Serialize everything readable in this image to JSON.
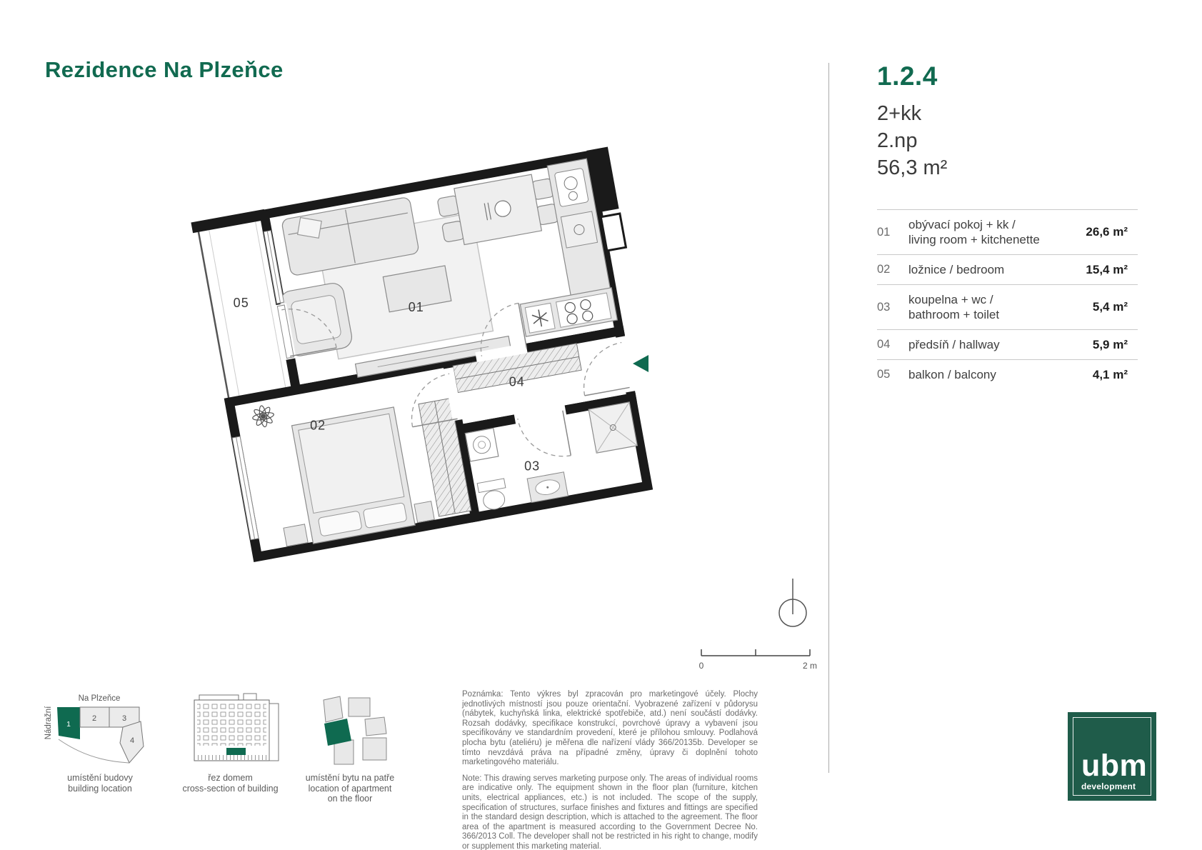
{
  "header": {
    "title": "Rezidence Na Plzeňce"
  },
  "unit": {
    "id": "1.2.4",
    "disposition": "2+kk",
    "floor": "2.np",
    "total_area": "56,3 m²",
    "rooms": [
      {
        "num": "01",
        "line1": "obývací pokoj + kk /",
        "line2": "living room + kitchenette",
        "area": "26,6 m²"
      },
      {
        "num": "02",
        "line1": "ložnice / bedroom",
        "line2": "",
        "area": "15,4 m²"
      },
      {
        "num": "03",
        "line1": "koupelna + wc /",
        "line2": "bathroom + toilet",
        "area": "5,4 m²"
      },
      {
        "num": "04",
        "line1": "předsíň / hallway",
        "line2": "",
        "area": "5,9 m²"
      },
      {
        "num": "05",
        "line1": "balkon / balcony",
        "line2": "",
        "area": "4,1 m²"
      }
    ]
  },
  "plan": {
    "labels": {
      "living": "01",
      "bedroom": "02",
      "bathroom": "03",
      "hallway": "04",
      "balcony": "05"
    },
    "scale": {
      "start": "0",
      "end": "2 m"
    }
  },
  "legend": {
    "map": {
      "street_top": "Na Plzeňce",
      "street_left": "Nádražní",
      "block1": "1",
      "block2": "2",
      "block3": "3",
      "block4": "4",
      "caption_cz": "umístění budovy",
      "caption_en": "building location"
    },
    "section": {
      "caption_cz": "řez domem",
      "caption_en": "cross-section of building"
    },
    "floor_unit": {
      "caption_cz": "umístění bytu na patře",
      "caption_en_1": "location of apartment",
      "caption_en_2": "on the floor"
    }
  },
  "notes": {
    "cz": "Poznámka: Tento výkres byl zpracován pro marketingové účely. Plochy jednotlivých místností jsou pouze orientační. Vyobrazené zařízení v půdorysu (nábytek, kuchyňská linka, elektrické spotřebiče, atd.) není součástí dodávky. Rozsah dodávky, specifikace konstrukcí, povrchové úpravy a vybavení jsou specifikovány ve standardním provedení, které je přílohou smlouvy. Podlahová plocha bytu (ateliéru) je měřena dle nařízení vlády 366/20135b. Developer se tímto nevzdává práva na případné změny, úpravy či doplnění tohoto marketingového materiálu.",
    "en": "Note: This drawing serves marketing purpose only. The areas of individual rooms are indicative only. The equipment shown in the floor plan (furniture, kitchen units, electrical appliances, etc.) is not included. The scope of the supply, specification of structures, surface finishes and fixtures and fittings are specified in the standard design description, which is attached to the agreement. The floor area of the apartment is measured according to the Government Decree No. 366/2013 Coll. The developer shall not be restricted in his right to change, modify or supplement this marketing material."
  },
  "logo": {
    "brand": "ubm",
    "sub": "development"
  },
  "colors": {
    "brand_green": "#116a50",
    "logo_green": "#1f5c4a",
    "wall_black": "#1a1a1a"
  }
}
